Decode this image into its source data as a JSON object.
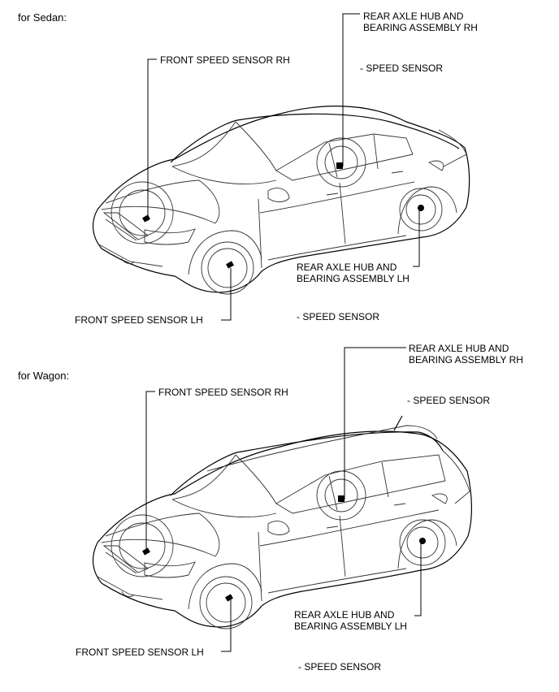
{
  "sedan": {
    "title": "for Sedan:",
    "front_rh": "FRONT SPEED SENSOR RH",
    "front_lh": "FRONT SPEED SENSOR LH",
    "rear_rh_line1": "REAR AXLE HUB AND",
    "rear_rh_line2": "BEARING ASSEMBLY RH",
    "rear_rh_sub": "- SPEED SENSOR",
    "rear_lh_line1": "REAR AXLE HUB AND",
    "rear_lh_line2": "BEARING ASSEMBLY LH",
    "rear_lh_sub": "- SPEED SENSOR"
  },
  "wagon": {
    "title": "for Wagon:",
    "front_rh": "FRONT SPEED SENSOR RH",
    "front_lh": "FRONT SPEED SENSOR LH",
    "rear_rh_line1": "REAR AXLE HUB AND",
    "rear_rh_line2": "BEARING ASSEMBLY RH",
    "rear_rh_sub": "- SPEED SENSOR",
    "rear_lh_line1": "REAR AXLE HUB AND",
    "rear_lh_line2": "BEARING ASSEMBLY LH",
    "rear_lh_sub": "- SPEED SENSOR"
  }
}
